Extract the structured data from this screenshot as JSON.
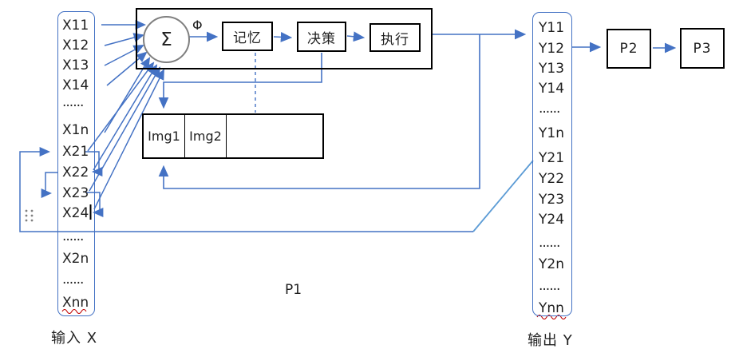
{
  "diagram": {
    "input_column": {
      "label": "输入 X",
      "items": [
        "X11",
        "X12",
        "X13",
        "X14",
        "......",
        "X1n",
        "X21",
        "X22",
        "X23",
        "X24",
        "......",
        "X2n",
        "......",
        "Xnn"
      ]
    },
    "output_column": {
      "label": "输出 Y",
      "items": [
        "Y11",
        "Y12",
        "Y13",
        "Y14",
        "......",
        "Y1n",
        "Y21",
        "Y22",
        "Y23",
        "Y24",
        "......",
        "Y2n",
        "......",
        "Ynn"
      ]
    },
    "processor": {
      "sum_symbol": "Σ",
      "phi_symbol": "Φ",
      "stages": [
        "记忆",
        "决策",
        "执行"
      ],
      "label": "P1"
    },
    "memory_row": {
      "cells": [
        "Img1",
        "Img2",
        ""
      ]
    },
    "p2_label": "P2",
    "p3_label": "P3",
    "icons": {
      "drag_handle": "six-dots-handle",
      "text_cursor": "i-beam-caret",
      "spellcheck_underline": "red-wavy"
    },
    "colors": {
      "line_blue": "#4472C4",
      "light_blue": "#5B9BD5",
      "box_border": "#000000",
      "circle_border": "#7F7F7F",
      "squiggle_red": "#C00000"
    }
  }
}
